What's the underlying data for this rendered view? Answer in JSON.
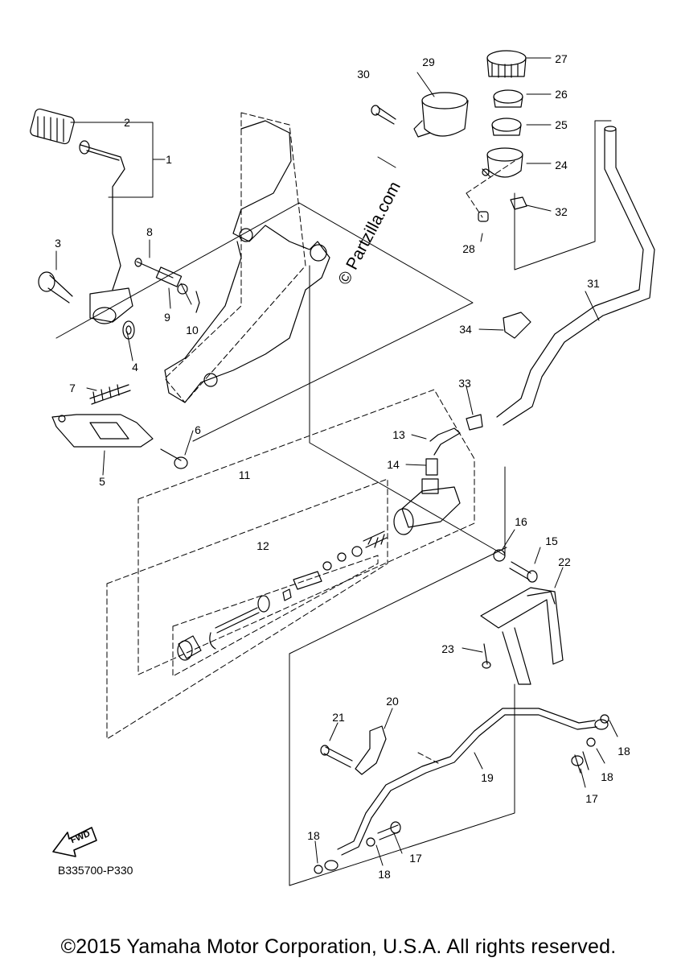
{
  "diagram": {
    "part_numbers": {
      "p1": "1",
      "p2": "2",
      "p3": "3",
      "p4": "4",
      "p5": "5",
      "p6": "6",
      "p7": "7",
      "p8": "8",
      "p9": "9",
      "p10": "10",
      "p11": "11",
      "p12": "12",
      "p13": "13",
      "p14": "14",
      "p15": "15",
      "p16": "16",
      "p17a": "17",
      "p17b": "17",
      "p18a": "18",
      "p18b": "18",
      "p18c": "18",
      "p18d": "18",
      "p19": "19",
      "p20": "20",
      "p21": "21",
      "p22": "22",
      "p23": "23",
      "p24": "24",
      "p25": "25",
      "p26": "26",
      "p27": "27",
      "p28": "28",
      "p29": "29",
      "p30": "30",
      "p31": "31",
      "p32": "32",
      "p33": "33",
      "p34": "34"
    },
    "fwd_label": "FWD",
    "diagram_code": "B335700-P330",
    "watermark": "© Partzilla.com",
    "copyright": "©2015 Yamaha Motor Corporation, U.S.A. All rights reserved."
  }
}
